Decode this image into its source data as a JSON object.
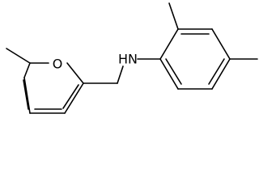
{
  "diagram": {
    "type": "chemical-structure",
    "atom_labels": {
      "furan_oxygen": "O",
      "amine_nh": "HN"
    },
    "bond_color": "#000000",
    "background": "#ffffff"
  }
}
